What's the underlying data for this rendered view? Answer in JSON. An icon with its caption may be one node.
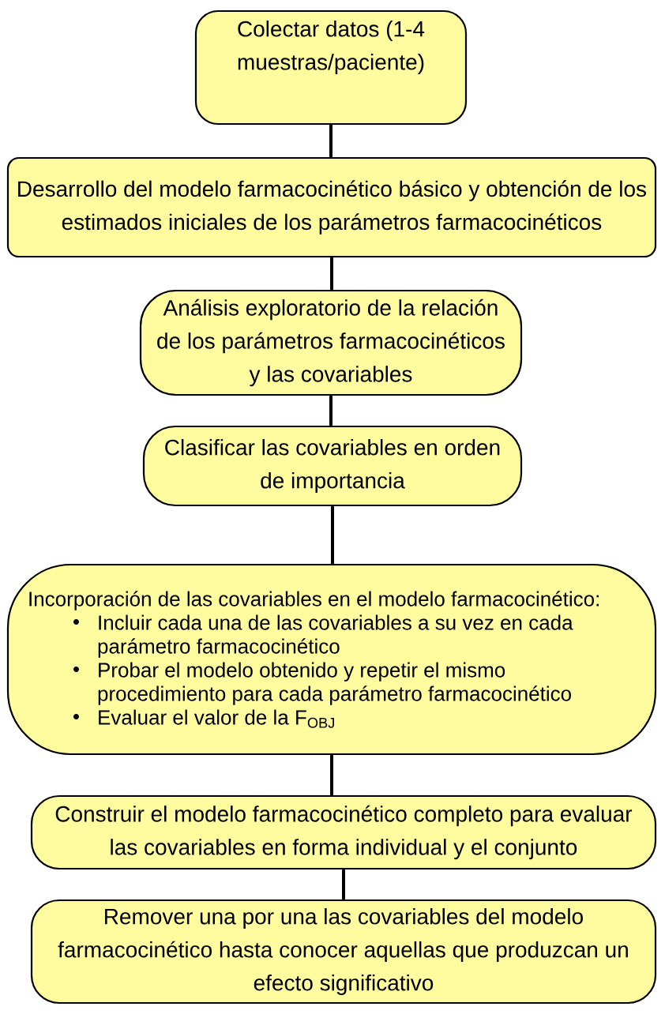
{
  "diagram": {
    "nodes": [
      {
        "text": [
          "Colectar datos (1-4 muestras/paciente)"
        ]
      },
      {
        "text": [
          "Desarrollo del modelo farmacocinético básico y obtención de los estimados iniciales de los parámetros farmacocinéticos"
        ]
      },
      {
        "text": [
          "Análisis exploratorio de la relación de los parámetros farmacocinéticos y las covariables"
        ]
      },
      {
        "text": [
          "Clasificar las covariables en orden de importancia"
        ]
      },
      {
        "text": [
          "Incorporación de las covariables en el modelo farmacocinético:",
          "Incluir cada una de las covariables a su vez en cada parámetro farmacocinético",
          "Probar el modelo obtenido y repetir el mismo procedimiento para cada parámetro farmacocinético",
          "Evaluar el valor de la F$_{OBJ}$"
        ]
      },
      {
        "text": [
          "Construir el modelo farmacocinético completo para evaluar las covariables en forma individual y el conjunto"
        ]
      },
      {
        "text": [
          "Remover una por una las covariables del modelo farmacocinético hasta conocer aquellas que produzcan un efecto significativo"
        ]
      }
    ],
    "edges": [
      {
        "from": 0,
        "to": 1,
        "arrow": "none"
      },
      {
        "from": 1,
        "to": 2,
        "arrow": "none"
      },
      {
        "from": 2,
        "to": 3,
        "arrow": "none"
      },
      {
        "from": 3,
        "to": 4,
        "arrow": "none"
      },
      {
        "from": 4,
        "to": 5,
        "arrow": "none"
      },
      {
        "from": 5,
        "to": 6,
        "arrow": "none"
      }
    ]
  }
}
